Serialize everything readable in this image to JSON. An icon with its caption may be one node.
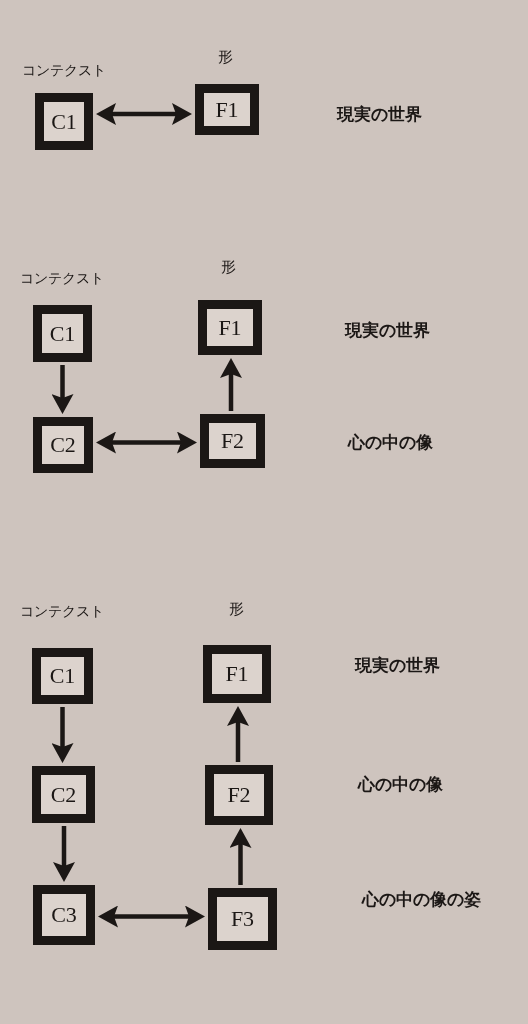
{
  "diagram": {
    "nodes": [
      {
        "text": [
          "C1"
        ]
      },
      {
        "text": [
          "F1"
        ]
      },
      {
        "text": [
          "C1"
        ]
      },
      {
        "text": [
          "F1"
        ]
      },
      {
        "text": [
          "C2"
        ]
      },
      {
        "text": [
          "F2"
        ]
      },
      {
        "text": [
          "C1"
        ]
      },
      {
        "text": [
          "F1"
        ]
      },
      {
        "text": [
          "C2"
        ]
      },
      {
        "text": [
          "F2"
        ]
      },
      {
        "text": [
          "C3"
        ]
      },
      {
        "text": [
          "F3"
        ]
      }
    ],
    "edges": [
      {
        "from": 0,
        "to": 1,
        "arrow": "both"
      },
      {
        "from": 2,
        "to": 4,
        "arrow": "to"
      },
      {
        "from": 5,
        "to": 3,
        "arrow": "to"
      },
      {
        "from": 4,
        "to": 5,
        "arrow": "both"
      },
      {
        "from": 6,
        "to": 8,
        "arrow": "to"
      },
      {
        "from": 8,
        "to": 10,
        "arrow": "to"
      },
      {
        "from": 10,
        "to": 11,
        "arrow": "both"
      },
      {
        "from": 11,
        "to": 9,
        "arrow": "to"
      },
      {
        "from": 9,
        "to": 7,
        "arrow": "to"
      }
    ],
    "labels": [
      "コンテクスト",
      "形",
      "現実の世界",
      "コンテクスト",
      "形",
      "現実の世界",
      "心の中の像",
      "コンテクスト",
      "形",
      "現実の世界",
      "心の中の像",
      "心の中の像の姿"
    ]
  }
}
